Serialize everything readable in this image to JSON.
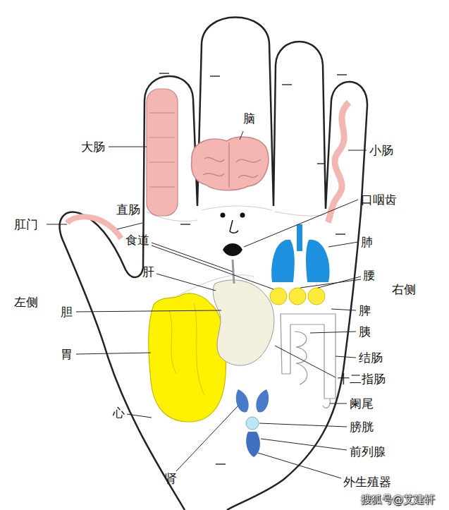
{
  "diagram": {
    "labels": [
      "大肠",
      "脑",
      "小肠",
      "口咽齿",
      "直肠",
      "肛门",
      "食道",
      "肺",
      "肝",
      "腰",
      "右侧",
      "左侧",
      "胆",
      "脾",
      "胃",
      "胰",
      "结肠",
      "十二指肠",
      "心",
      "阑尾",
      "膀胱",
      "前列腺",
      "肾",
      "外生殖器",
      "搜狐号@艾建轩"
    ]
  }
}
